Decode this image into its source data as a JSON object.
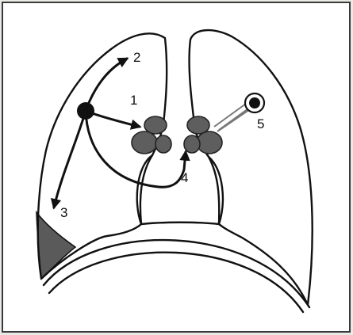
{
  "labels": [
    {
      "id": "route-1",
      "text": "1"
    },
    {
      "id": "route-2",
      "text": "2"
    },
    {
      "id": "route-3",
      "text": "3"
    },
    {
      "id": "route-4",
      "text": "4"
    },
    {
      "id": "route-5",
      "text": "5"
    }
  ],
  "colors": {
    "frame_background": "#ffffff",
    "page_background": "#e9e9e6",
    "lymph_node_fill": "#5e5e5e",
    "effusion_fill": "#5a5a5a",
    "outline": "#111111"
  },
  "icons": {
    "primary_tumor": "solid-dot-icon",
    "peripheral_lesion": "ringed-dot-icon"
  }
}
